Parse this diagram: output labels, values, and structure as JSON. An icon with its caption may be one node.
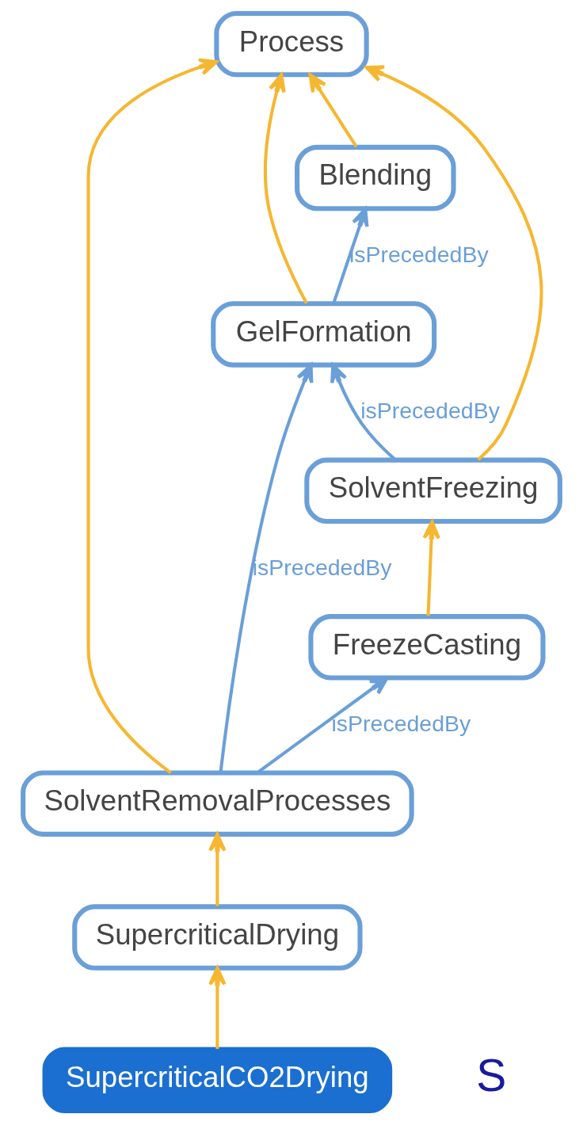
{
  "diagram": {
    "nodes": [
      {
        "text": [
          "Process"
        ]
      },
      {
        "text": [
          "Blending"
        ]
      },
      {
        "text": [
          "GelFormation"
        ]
      },
      {
        "text": [
          "SolventFreezing"
        ]
      },
      {
        "text": [
          "FreezeCasting"
        ]
      },
      {
        "text": [
          "SolventRemovalProcesses"
        ]
      },
      {
        "text": [
          "SupercriticalDrying"
        ]
      },
      {
        "text": [
          "SupercriticalCO2Drying"
        ]
      }
    ],
    "edges": [
      {
        "from": 1,
        "to": 0,
        "arrow": "to"
      },
      {
        "from": 2,
        "to": 0,
        "arrow": "to"
      },
      {
        "from": 3,
        "to": 0,
        "arrow": "to"
      },
      {
        "from": 5,
        "to": 0,
        "arrow": "to"
      },
      {
        "from": 2,
        "to": 1,
        "arrow": "to",
        "label": "isPrecededBy",
        "color": "#6a9fd8"
      },
      {
        "from": 3,
        "to": 2,
        "arrow": "to",
        "label": "isPrecededBy",
        "color": "#6a9fd8"
      },
      {
        "from": 5,
        "to": 2,
        "arrow": "to",
        "label": "isPrecededBy",
        "color": "#6a9fd8"
      },
      {
        "from": 4,
        "to": 3,
        "arrow": "to"
      },
      {
        "from": 5,
        "to": 4,
        "arrow": "to",
        "label": "isPrecededBy",
        "color": "#6a9fd8"
      },
      {
        "from": 6,
        "to": 5,
        "arrow": "to"
      },
      {
        "from": 7,
        "to": 6,
        "arrow": "to"
      }
    ],
    "labels": [
      "S"
    ]
  }
}
